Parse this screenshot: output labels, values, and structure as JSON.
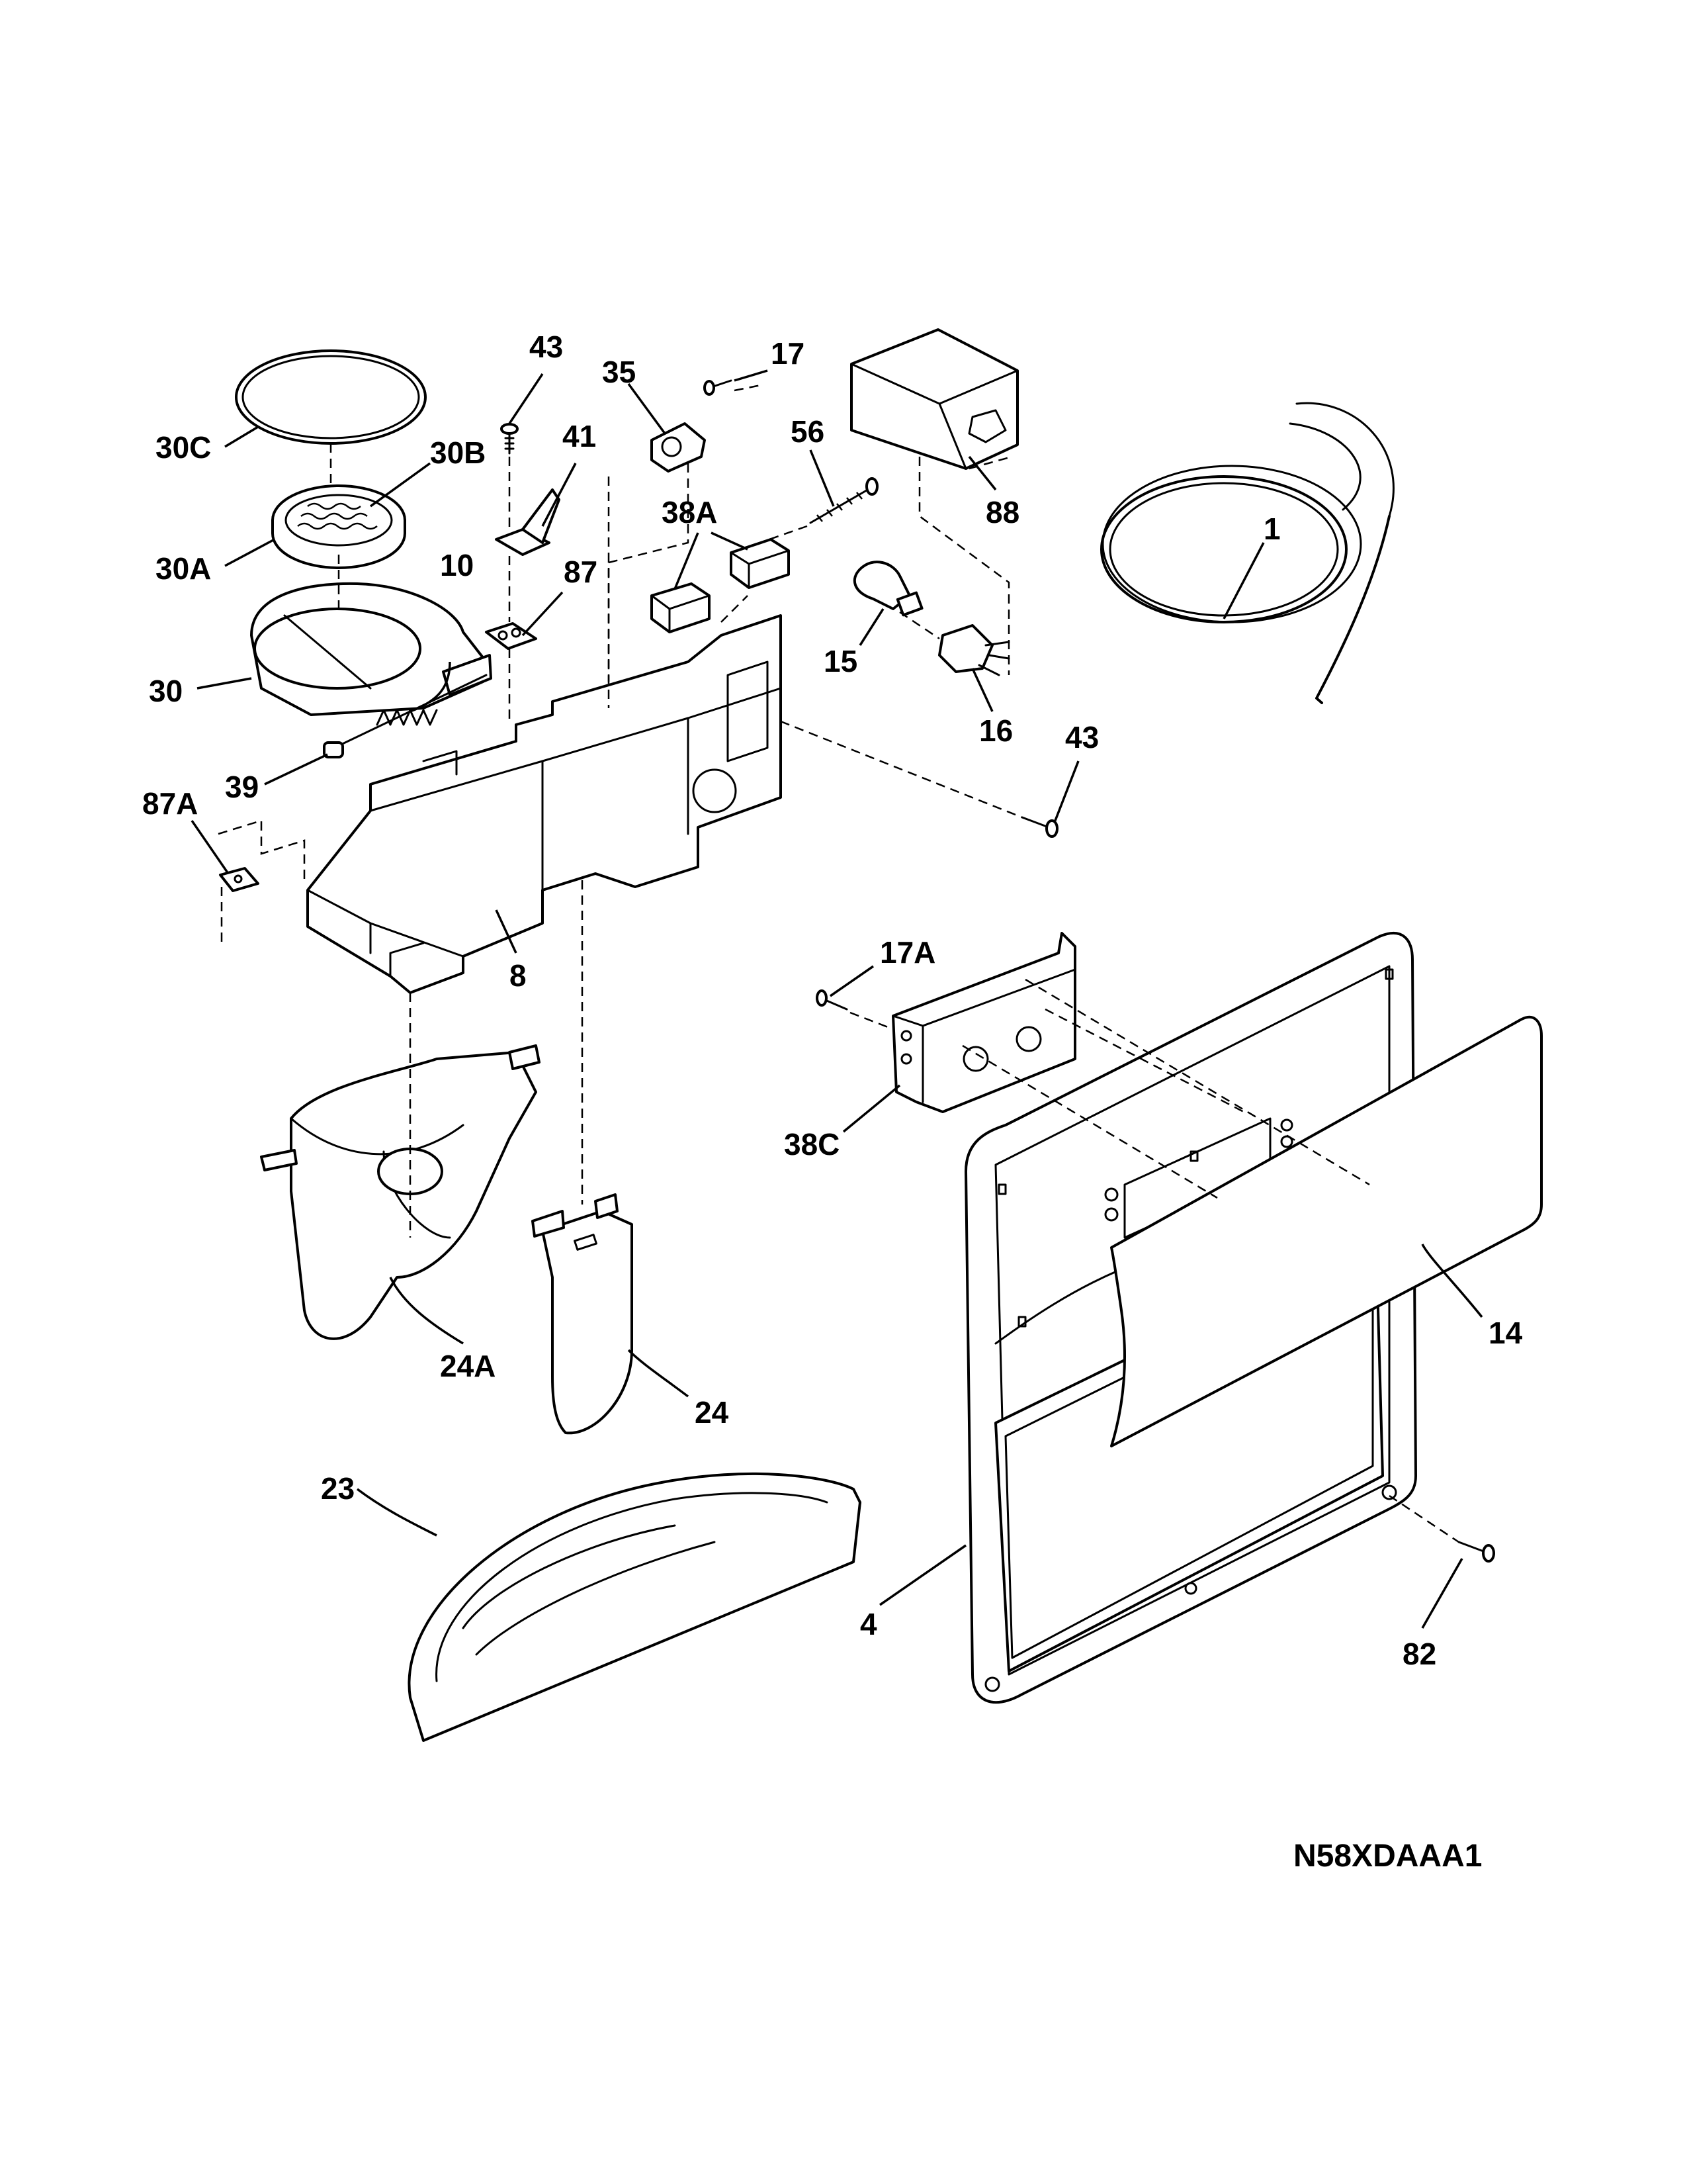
{
  "diagram": {
    "drawing_code": "N58XDAAA1",
    "callouts": {
      "c30C": "30C",
      "c30B": "30B",
      "c30A": "30A",
      "c30": "30",
      "c10": "10",
      "c39": "39",
      "c87A": "87A",
      "c43a": "43",
      "c41": "41",
      "c87": "87",
      "c35": "35",
      "c17": "17",
      "c56": "56",
      "c38A": "38A",
      "c88": "88",
      "c1": "1",
      "c15": "15",
      "c16": "16",
      "c43b": "43",
      "c8": "8",
      "c17A": "17A",
      "c38C": "38C",
      "c24A": "24A",
      "c24": "24",
      "c14": "14",
      "c23": "23",
      "c4": "4",
      "c82": "82"
    }
  }
}
